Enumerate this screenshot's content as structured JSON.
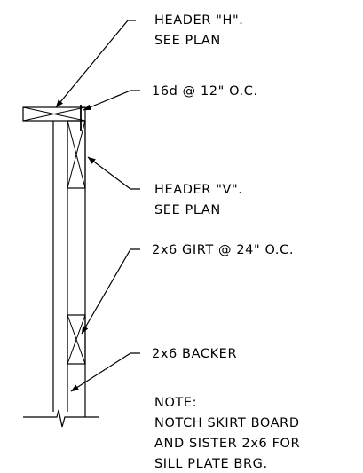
{
  "callouts": {
    "header_h": [
      "HEADER \"H\".",
      "SEE PLAN"
    ],
    "nail": [
      "16d @ 12\" O.C."
    ],
    "header_v": [
      "HEADER \"V\".",
      "SEE PLAN"
    ],
    "girt": [
      "2x6 GIRT @ 24\" O.C."
    ],
    "backer": [
      "2x6 BACKER"
    ],
    "note": [
      "NOTE:",
      "NOTCH SKIRT BOARD",
      "AND SISTER 2x6 FOR",
      "SILL PLATE BRG."
    ]
  },
  "colors": {
    "line": "#000000",
    "background": "#ffffff"
  }
}
